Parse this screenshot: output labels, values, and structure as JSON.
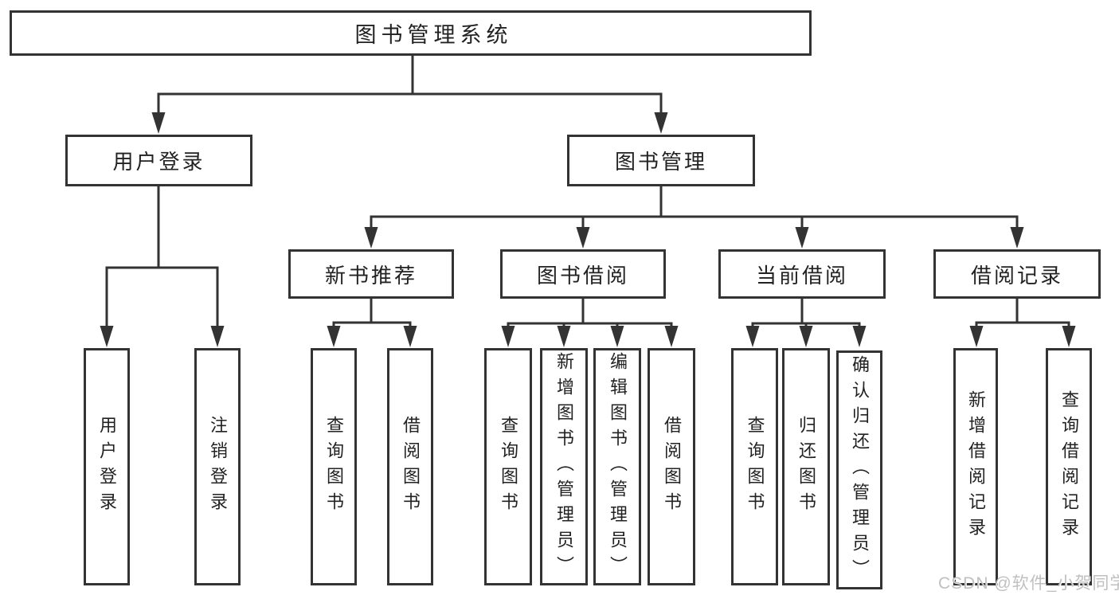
{
  "tree": {
    "root": {
      "label": "图书管理系统",
      "children": [
        {
          "label": "用户登录",
          "children": [
            {
              "label": "用户登录"
            },
            {
              "label": "注销登录"
            }
          ]
        },
        {
          "label": "图书管理",
          "children": [
            {
              "label": "新书推荐",
              "children": [
                {
                  "label": "查询图书"
                },
                {
                  "label": "借阅图书"
                }
              ]
            },
            {
              "label": "图书借阅",
              "children": [
                {
                  "label": "查询图书"
                },
                {
                  "label": "新增图书（管理员）"
                },
                {
                  "label": "编辑图书（管理员）"
                },
                {
                  "label": "借阅图书"
                }
              ]
            },
            {
              "label": "当前借阅",
              "children": [
                {
                  "label": "查询图书"
                },
                {
                  "label": "归还图书"
                },
                {
                  "label": "确认归还（管理员）"
                }
              ]
            },
            {
              "label": "借阅记录",
              "children": [
                {
                  "label": "新增借阅记录"
                },
                {
                  "label": "查询借阅记录"
                }
              ]
            }
          ]
        }
      ]
    }
  },
  "watermark": {
    "text": "CSDN @软件_小贺同学"
  },
  "colors": {
    "line": "#333333",
    "box_border": "#333333",
    "box_background": "#ffffff",
    "text": "#222222",
    "watermark": "#c0c0c0",
    "page_background": "#ffffff"
  }
}
